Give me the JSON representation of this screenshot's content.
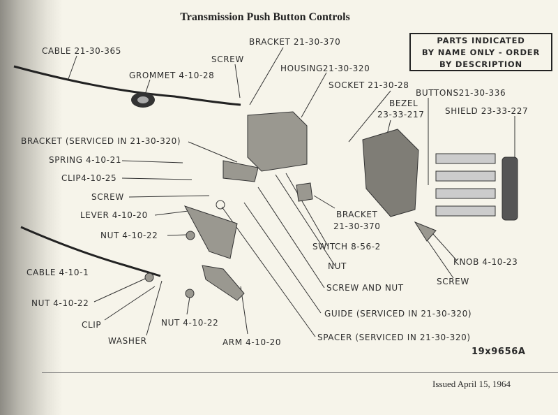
{
  "title": "Transmission Push Button Controls",
  "notice": [
    "PARTS INDICATED",
    "BY NAME ONLY - ORDER",
    "BY DESCRIPTION"
  ],
  "labels": {
    "cable_top": "CABLE 21-30-365",
    "bracket_top": "BRACKET 21-30-370",
    "screw_top": "SCREW",
    "grommet": "GROMMET 4-10-28",
    "housing": "HOUSING21-30-320",
    "socket": "SOCKET 21-30-28",
    "buttons": "BUTTONS21-30-336",
    "bezel_name": "BEZEL",
    "bezel_num": "23-33-217",
    "shield": "SHIELD 23-33-227",
    "bracket_serviced": "BRACKET (SERVICED IN 21-30-320)",
    "spring": "SPRING 4-10-21",
    "clip_upper": "CLIP4-10-25",
    "screw_left": "SCREW",
    "lever": "LEVER 4-10-20",
    "nut_upper": "NUT 4-10-22",
    "cable_lower": "CABLE 4-10-1",
    "nut_lower_left": "NUT 4-10-22",
    "clip_lower": "CLIP",
    "washer": "WASHER",
    "nut_lower_mid": "NUT 4-10-22",
    "arm": "ARM 4-10-20",
    "bracket_right_name": "BRACKET",
    "bracket_right_num": "21-30-370",
    "switch": "SWITCH 8-56-2",
    "nut_right": "NUT",
    "screw_and_nut": "SCREW AND NUT",
    "guide": "GUIDE (SERVICED IN 21-30-320)",
    "spacer": "SPACER (SERVICED IN 21-30-320)",
    "knob": "KNOB 4-10-23",
    "screw_right": "SCREW"
  },
  "figure_number": "19x9656A",
  "issued": "Issued April 15, 1964"
}
